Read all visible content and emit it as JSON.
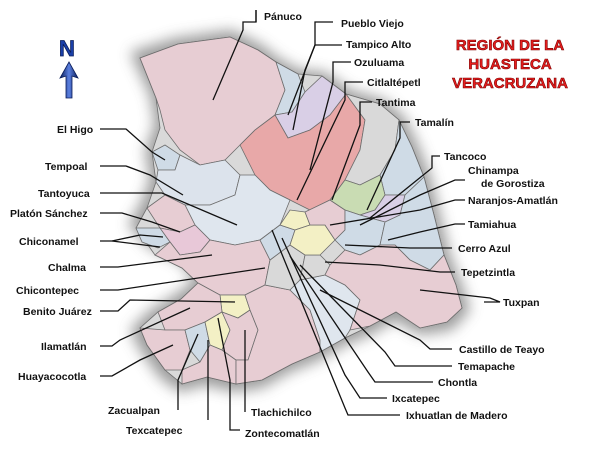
{
  "title_lines": [
    "REGIÓN DE LA",
    "HUASTECA",
    "VERACRUZANA"
  ],
  "north_letter": "N",
  "colors": {
    "title": "#e81e1e",
    "compass": "#1a3fa8",
    "pink": "#e7cdd3",
    "lightblue": "#cfdbe6",
    "gray": "#d9d9d9",
    "salmon": "#e8a8a8",
    "cream": "#f3f0c5",
    "green": "#c9dcb3",
    "lavender": "#d9cfe6"
  },
  "municipalities": {
    "panuco": "Pánuco",
    "pueblo_viejo": "Pueblo Viejo",
    "tampico_alto": "Tampico Alto",
    "ozuluama": "Ozuluama",
    "citlaltepetl": "Citlaltépetl",
    "tantima": "Tantima",
    "tamalin": "Tamalín",
    "el_higo": "El Higo",
    "tempoal": "Tempoal",
    "tantoyuca": "Tantoyuca",
    "platon_sanchez": "Platón Sánchez",
    "chiconamel": "Chiconamel",
    "chalma": "Chalma",
    "chicontepec": "Chicontepec",
    "benito_juarez": "Benito Juárez",
    "ilamatlan": "Ilamatlán",
    "huayacocotla": "Huayacocotla",
    "zacualpan": "Zacualpan",
    "texcatepec": "Texcatepec",
    "zontecomatlan": "Zontecomatlán",
    "tlachichilco": "Tlachichilco",
    "ixhuatlan_de_madero": "Ixhuatlan de Madero",
    "ixcatepec": "Ixcatepec",
    "chontla": "Chontla",
    "temapache": "Temapache",
    "castillo_de_teayo": "Castillo de Teayo",
    "tuxpan": "Tuxpan",
    "tepetzintla": "Tepetzintla",
    "cerro_azul": "Cerro Azul",
    "tamiahua": "Tamiahua",
    "naranjos_amatlan": "Naranjos-Amatlán",
    "chinampa_line1": "Chinampa",
    "chinampa_line2": "de Gorostiza",
    "tancoco": "Tancoco"
  }
}
